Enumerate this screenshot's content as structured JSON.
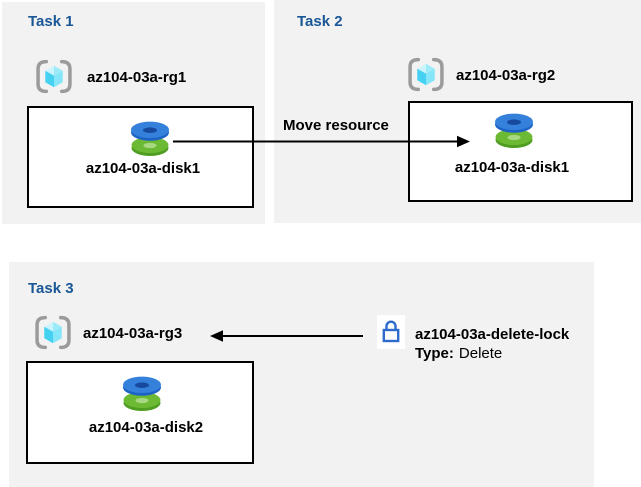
{
  "tasks": [
    {
      "title": "Task 1",
      "resource_group": "az104-03a-rg1",
      "disk": "az104-03a-disk1"
    },
    {
      "title": "Task 2",
      "resource_group": "az104-03a-rg2",
      "disk": "az104-03a-disk1"
    },
    {
      "title": "Task 3",
      "resource_group": "az104-03a-rg3",
      "disk": "az104-03a-disk2"
    }
  ],
  "annotations": {
    "move_arrow_label": "Move resource",
    "lock_name": "az104-03a-delete-lock",
    "lock_type_label": "Type:",
    "lock_type_value": "Delete"
  },
  "colors": {
    "panel_background": "#f2f2f2",
    "task_title_blue": "#1a5796",
    "text_black": "#000000",
    "border_black": "#000000",
    "lock_blue": "#2e6bcd",
    "disk_blue_top": "#3480db",
    "disk_blue_hole": "#174a9e",
    "disk_green_top": "#6cba34",
    "disk_green_hole": "#a9d882",
    "rg_cube_cyan": "#45d2f2",
    "rg_bracket_gray": "#9b9b9b",
    "arrow_black": "#000000"
  }
}
